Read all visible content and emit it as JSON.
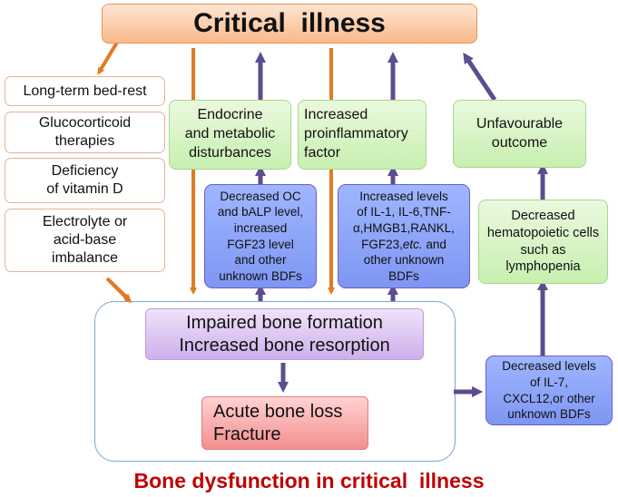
{
  "top": {
    "title": "Critical  illness"
  },
  "left_causes": [
    {
      "lines": [
        "Long-term bed-rest"
      ]
    },
    {
      "lines": [
        "Glucocorticoid",
        "therapies"
      ]
    },
    {
      "lines": [
        "Deficiency",
        "of vitamin D"
      ]
    },
    {
      "lines": [
        "Electrolyte or",
        "acid-base",
        "imbalance"
      ]
    }
  ],
  "green_boxes": {
    "endocrine": [
      "Endocrine",
      "and metabolic",
      "disturbances"
    ],
    "inflammatory": [
      "Increased",
      "proinflammatory",
      "factor"
    ],
    "outcome": [
      "Unfavourable",
      "outcome"
    ],
    "hematopoietic": [
      "Decreased",
      "hematopoietic cells",
      "such as",
      "lymphopenia"
    ]
  },
  "blue_boxes": {
    "oc": [
      "Decreased OC",
      "and bALP level,",
      "increased",
      "FGF23 level",
      "and other",
      "unknown BDFs"
    ],
    "il": {
      "l1": "Increased levels",
      "l2": "of IL-1, IL-6,TNF-",
      "l3": "α,HMGB1,RANKL,",
      "l4_pre": "FGF23,",
      "l4_em": "etc.",
      "l4_post": " and",
      "l5": "other unknown",
      "l6": "BDFs"
    },
    "il7": [
      "Decreased levels",
      "of IL-7,",
      "CXCL12,or other",
      "unknown BDFs"
    ]
  },
  "center": {
    "formation": [
      "Impaired bone formation",
      "Increased bone resorption"
    ],
    "loss": [
      "Acute bone loss",
      "Fracture"
    ]
  },
  "caption": "Bone dysfunction in critical  illness",
  "colors": {
    "orange_arrow": "#e07b20",
    "purple_arrow": "#5e4d8e",
    "caption": "#c00000"
  }
}
